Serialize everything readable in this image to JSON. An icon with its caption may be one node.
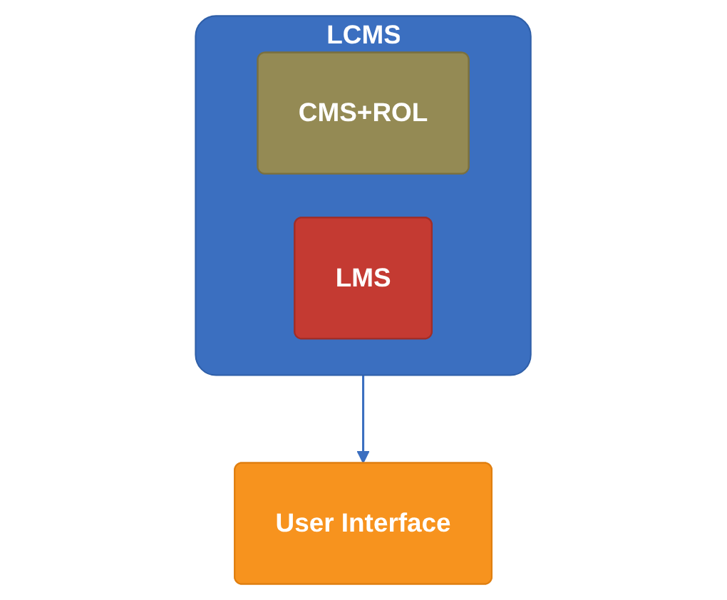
{
  "diagram": {
    "nodes": [
      {
        "text": [
          "LCMS"
        ]
      },
      {
        "text": [
          "CMS+ROL"
        ],
        "in": 0
      },
      {
        "text": [
          "LMS"
        ],
        "in": 0
      },
      {
        "text": [
          "User Interface"
        ]
      }
    ],
    "edges": [
      {
        "from": 0,
        "to": 3,
        "arrow": "to"
      }
    ]
  }
}
